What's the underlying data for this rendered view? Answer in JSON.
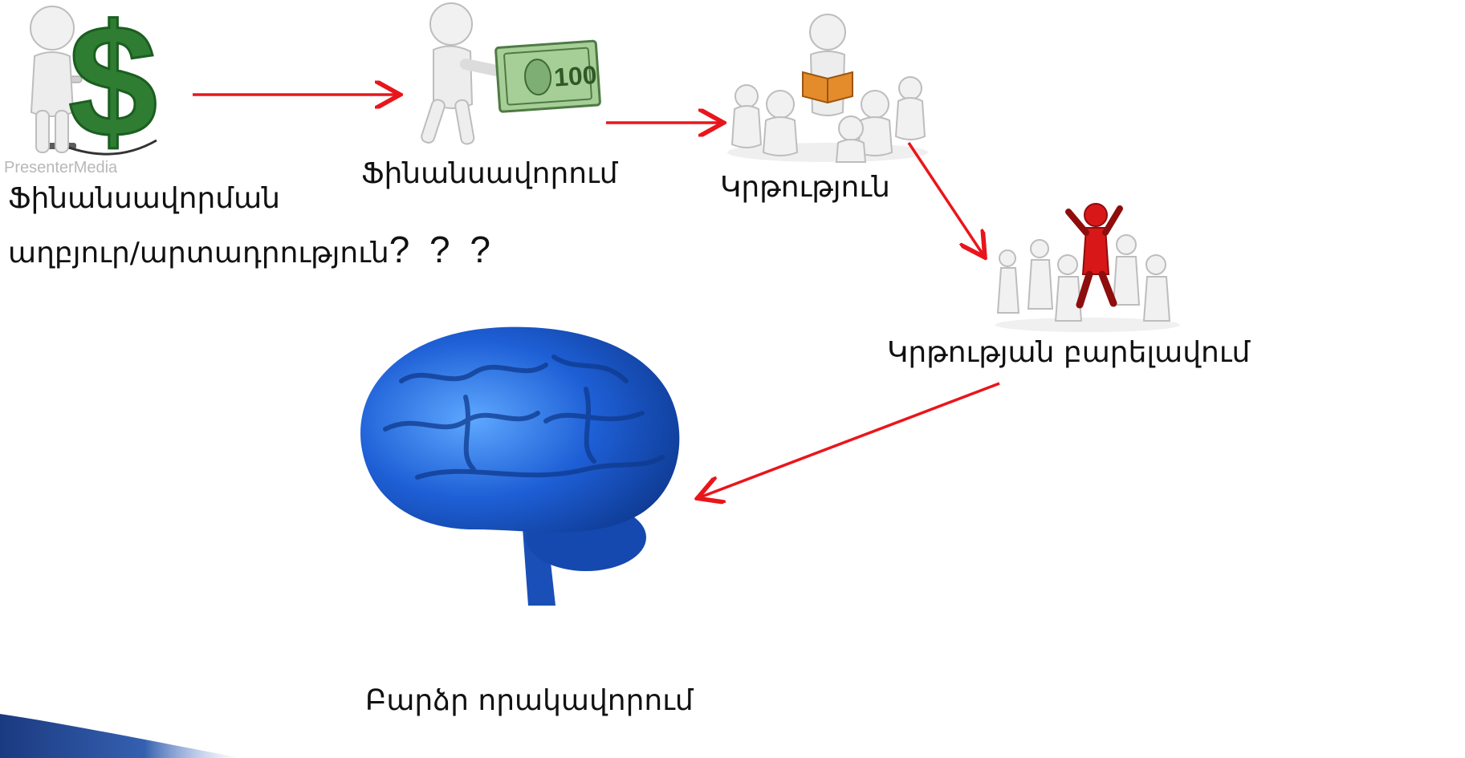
{
  "nodes": [
    {
      "id": "funding-source",
      "label_line1": "Ֆինանսավորման",
      "label_line2": "աղբյուր/արտադրություն",
      "suffix": "? ? ?",
      "icon": "figure-with-dollar-sign"
    },
    {
      "id": "funding",
      "label": "Ֆինանսավորում",
      "icon": "figure-handing-banknote"
    },
    {
      "id": "education",
      "label": "Կրթություն",
      "icon": "teacher-with-students"
    },
    {
      "id": "education-improvement",
      "label": "Կրթության բարելավում",
      "icon": "jumping-figures"
    },
    {
      "id": "high-qualification",
      "label": "Բարձր որակավորում",
      "icon": "blue-brain"
    }
  ],
  "watermark": {
    "text": "PresenterMedia"
  },
  "colors": {
    "arrow": "#e8161b",
    "dollar": "#2e7d32",
    "banknote": "#7fae74",
    "book": "#e48b2b",
    "highlight_figure": "#d81818",
    "brain": "#1e5fd6",
    "slide_accent": "#1a3a80"
  }
}
